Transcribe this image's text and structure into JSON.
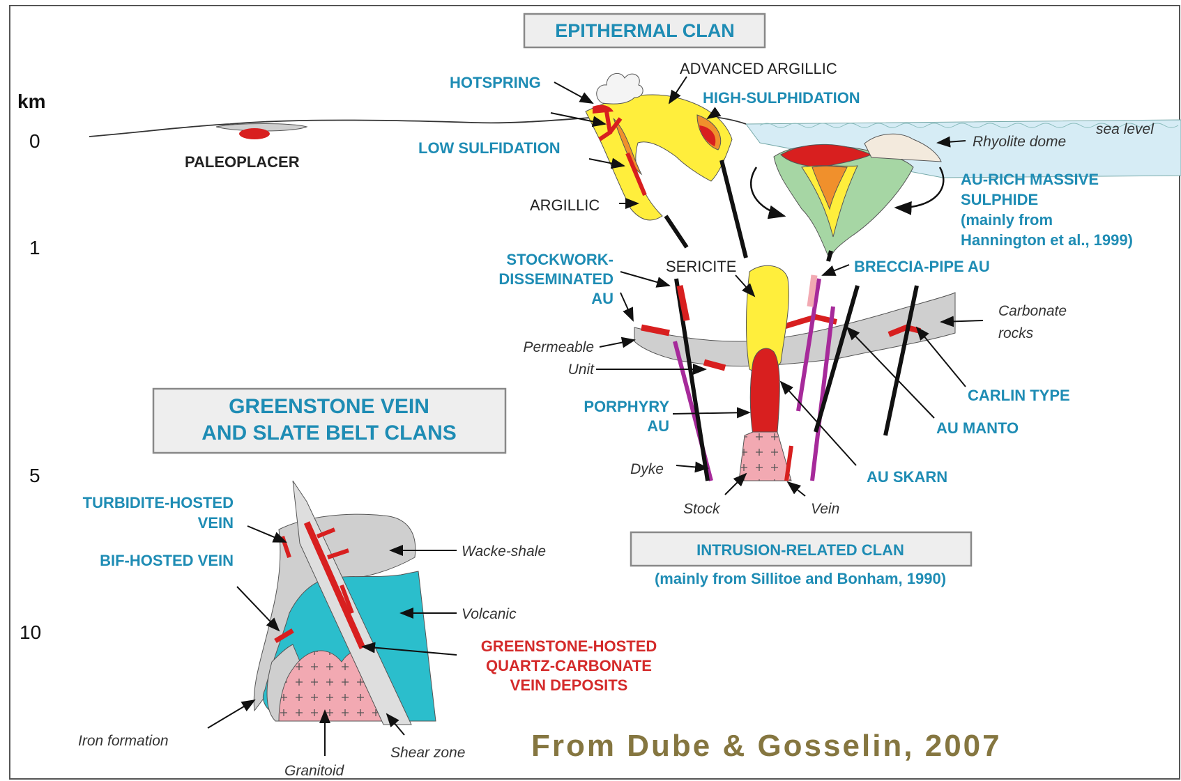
{
  "depth_axis": {
    "unit": "km",
    "ticks": [
      "0",
      "1",
      "5",
      "10"
    ]
  },
  "clans": {
    "epithermal": "EPITHERMAL CLAN",
    "greenstone": [
      "GREENSTONE VEIN",
      "AND SLATE BELT CLANS"
    ],
    "intrusion": "INTRUSION-RELATED CLAN",
    "intrusion_source": "(mainly from Sillitoe and Bonham, 1990)"
  },
  "labels": {
    "paleoplacer": "PALEOPLACER",
    "hotspring": "HOTSPRING",
    "advanced_argillic": "ADVANCED ARGILLIC",
    "high_sulphidation": "HIGH-SULPHIDATION",
    "low_sulfidation": "LOW SULFIDATION",
    "argillic": "ARGILLIC",
    "sea_level": "sea level",
    "rhyolite_dome": "Rhyolite dome",
    "au_rich_vms": [
      "AU-RICH MASSIVE",
      "SULPHIDE",
      "(mainly from",
      "Hannington et al., 1999)"
    ],
    "stockwork": [
      "STOCKWORK-",
      "DISSEMINATED",
      "AU"
    ],
    "sericite": "SERICITE",
    "breccia_pipe": "BRECCIA-PIPE AU",
    "carbonate_rocks": [
      "Carbonate",
      "rocks"
    ],
    "permeable_unit": [
      "Permeable",
      "Unit"
    ],
    "carlin": "CARLIN TYPE",
    "porphyry": [
      "PORPHYRY",
      "AU"
    ],
    "au_manto": "AU MANTO",
    "dyke": "Dyke",
    "au_skarn": "AU SKARN",
    "stock": "Stock",
    "vein": "Vein",
    "turbidite": [
      "TURBIDITE-HOSTED",
      "VEIN"
    ],
    "bif": "BIF-HOSTED VEIN",
    "wacke_shale": "Wacke-shale",
    "volcanic": "Volcanic",
    "greenstone_hosted": [
      "GREENSTONE-HOSTED",
      "QUARTZ-CARBONATE",
      "VEIN DEPOSITS"
    ],
    "iron_formation": "Iron formation",
    "shear_zone": "Shear zone",
    "granitoid": "Granitoid"
  },
  "credit": "From Dube & Gosselin, 2007",
  "colors": {
    "yellow": "#ffee3c",
    "orange": "#f0902c",
    "red": "#d81f1f",
    "grey": "#cfcfcf",
    "teal": "#2bbecc",
    "pink": "#f2a9b2",
    "sea": "#d6ecf5",
    "green": "#a6d6a4",
    "label_blue": "#1e8cb4",
    "credit": "#857640"
  }
}
